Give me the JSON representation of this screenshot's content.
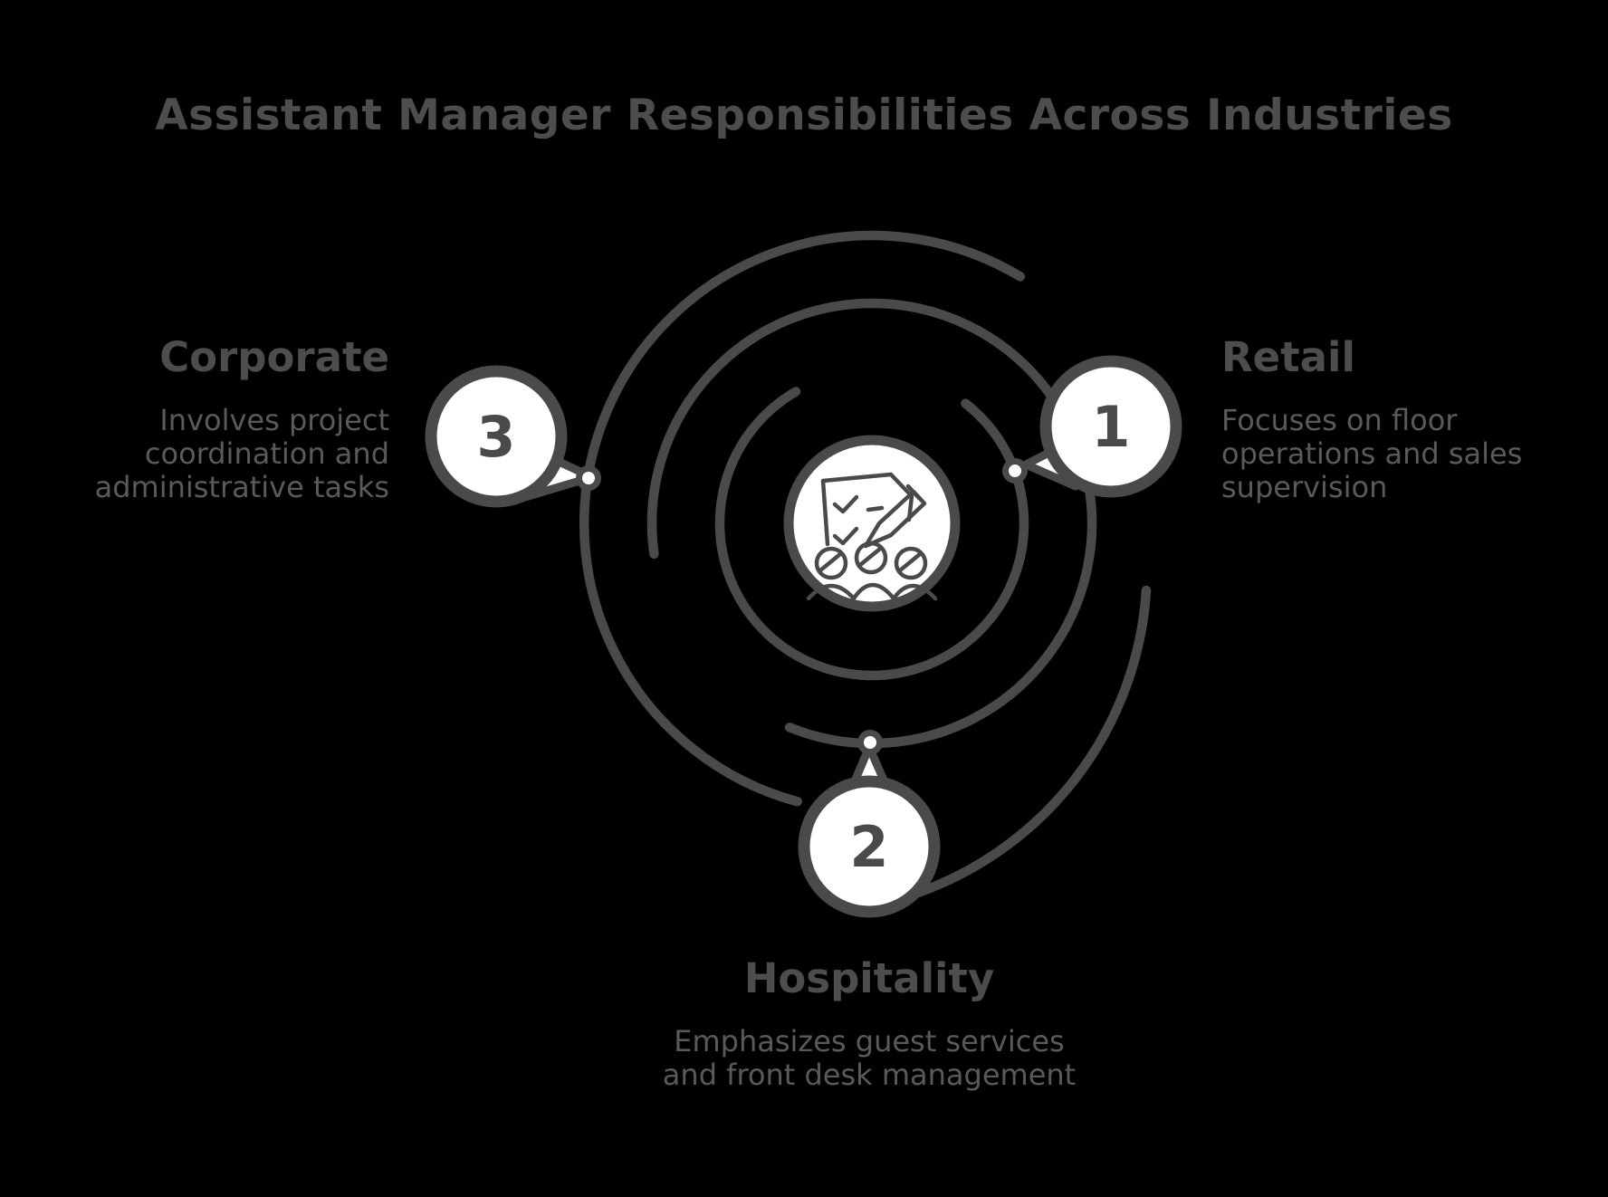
{
  "title": "Assistant Manager Responsibilities Across Industries",
  "center_icon": "checklist-with-team",
  "nodes": [
    {
      "number": "1",
      "label": "Retail",
      "description": "Focuses on floor operations and sales supervision",
      "lines": [
        "Focuses on floor",
        "operations and sales",
        "supervision"
      ],
      "position": "right"
    },
    {
      "number": "2",
      "label": "Hospitality",
      "description": "Emphasizes guest services and front desk management",
      "lines": [
        "Emphasizes guest services",
        "and front desk management"
      ],
      "position": "bottom"
    },
    {
      "number": "3",
      "label": "Corporate",
      "description": "Involves project coordination and administrative tasks",
      "lines": [
        "Involves project",
        "coordination and",
        "administrative tasks"
      ],
      "position": "left"
    }
  ],
  "colors": {
    "background": "#000000",
    "line": "#4a4a4a",
    "node_fill": "#ffffff",
    "title_text": "#4d4d4d",
    "heading_text": "#4d4d4d",
    "body_text": "#5a5a5a"
  }
}
